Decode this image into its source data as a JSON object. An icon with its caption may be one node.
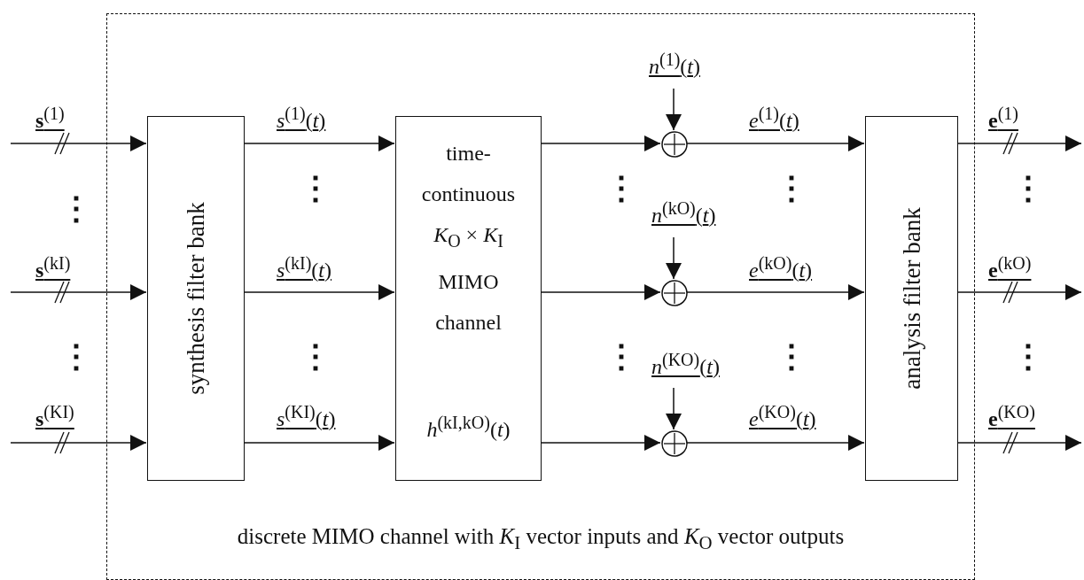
{
  "diagram": {
    "nodes": [
      {
        "text": [
          "discrete MIMO channel with *K*$_{I}$ vector inputs and *K*$_{O}$ vector outputs"
        ]
      },
      {
        "text": [
          "synthesis filter bank"
        ],
        "in": 0
      },
      {
        "text": [
          "time-continuous *K*$_{O}$ × *K*$_{I}$ MIMO channel",
          "*h*$^{(kI,kO)}$(*t*)"
        ],
        "in": 0
      },
      {
        "text": [],
        "shape": "circle",
        "in": 0
      },
      {
        "text": [],
        "shape": "circle",
        "in": 0
      },
      {
        "text": [],
        "shape": "circle",
        "in": 0
      },
      {
        "text": [
          "analysis filter bank"
        ],
        "in": 0
      }
    ],
    "edges": [
      {
        "from": null,
        "to": 1,
        "arrow": "to",
        "label": "**s**$^{(1)}$"
      },
      {
        "from": null,
        "to": 1,
        "arrow": "to",
        "label": "**s**$^{(kI)}$"
      },
      {
        "from": null,
        "to": 1,
        "arrow": "to",
        "label": "**s**$^{(KI)}$"
      },
      {
        "from": 1,
        "to": 2,
        "arrow": "to",
        "label": "*s*$^{(1)}$(*t*)"
      },
      {
        "from": 1,
        "to": 2,
        "arrow": "to",
        "label": "*s*$^{(kI)}$(*t*)"
      },
      {
        "from": 1,
        "to": 2,
        "arrow": "to",
        "label": "*s*$^{(KI)}$(*t*)"
      },
      {
        "from": 2,
        "to": 3,
        "arrow": "to"
      },
      {
        "from": 2,
        "to": 4,
        "arrow": "to"
      },
      {
        "from": 2,
        "to": 5,
        "arrow": "to"
      },
      {
        "from": null,
        "to": 3,
        "arrow": "to",
        "label": "*n*$^{(1)}$(*t*)"
      },
      {
        "from": null,
        "to": 4,
        "arrow": "to",
        "label": "*n*$^{(kO)}$(*t*)"
      },
      {
        "from": null,
        "to": 5,
        "arrow": "to",
        "label": "*n*$^{(KO)}$(*t*)"
      },
      {
        "from": 3,
        "to": 6,
        "arrow": "to",
        "label": "*e*$^{(1)}$(*t*)"
      },
      {
        "from": 4,
        "to": 6,
        "arrow": "to",
        "label": "*e*$^{(kO)}$(*t*)"
      },
      {
        "from": 5,
        "to": 6,
        "arrow": "to",
        "label": "*e*$^{(KO)}$(*t*)"
      },
      {
        "from": 6,
        "to": null,
        "arrow": "to",
        "label": "**e**$^{(1)}$"
      },
      {
        "from": 6,
        "to": null,
        "arrow": "to",
        "label": "**e**$^{(kO)}$"
      },
      {
        "from": 6,
        "to": null,
        "arrow": "to",
        "label": "**e**$^{(KO)}$"
      }
    ],
    "labels": [
      "⋮",
      "⋮",
      "⋮",
      "⋮",
      "⋮",
      "⋮",
      "⋮",
      "⋮",
      "⋮",
      "⋮"
    ]
  }
}
